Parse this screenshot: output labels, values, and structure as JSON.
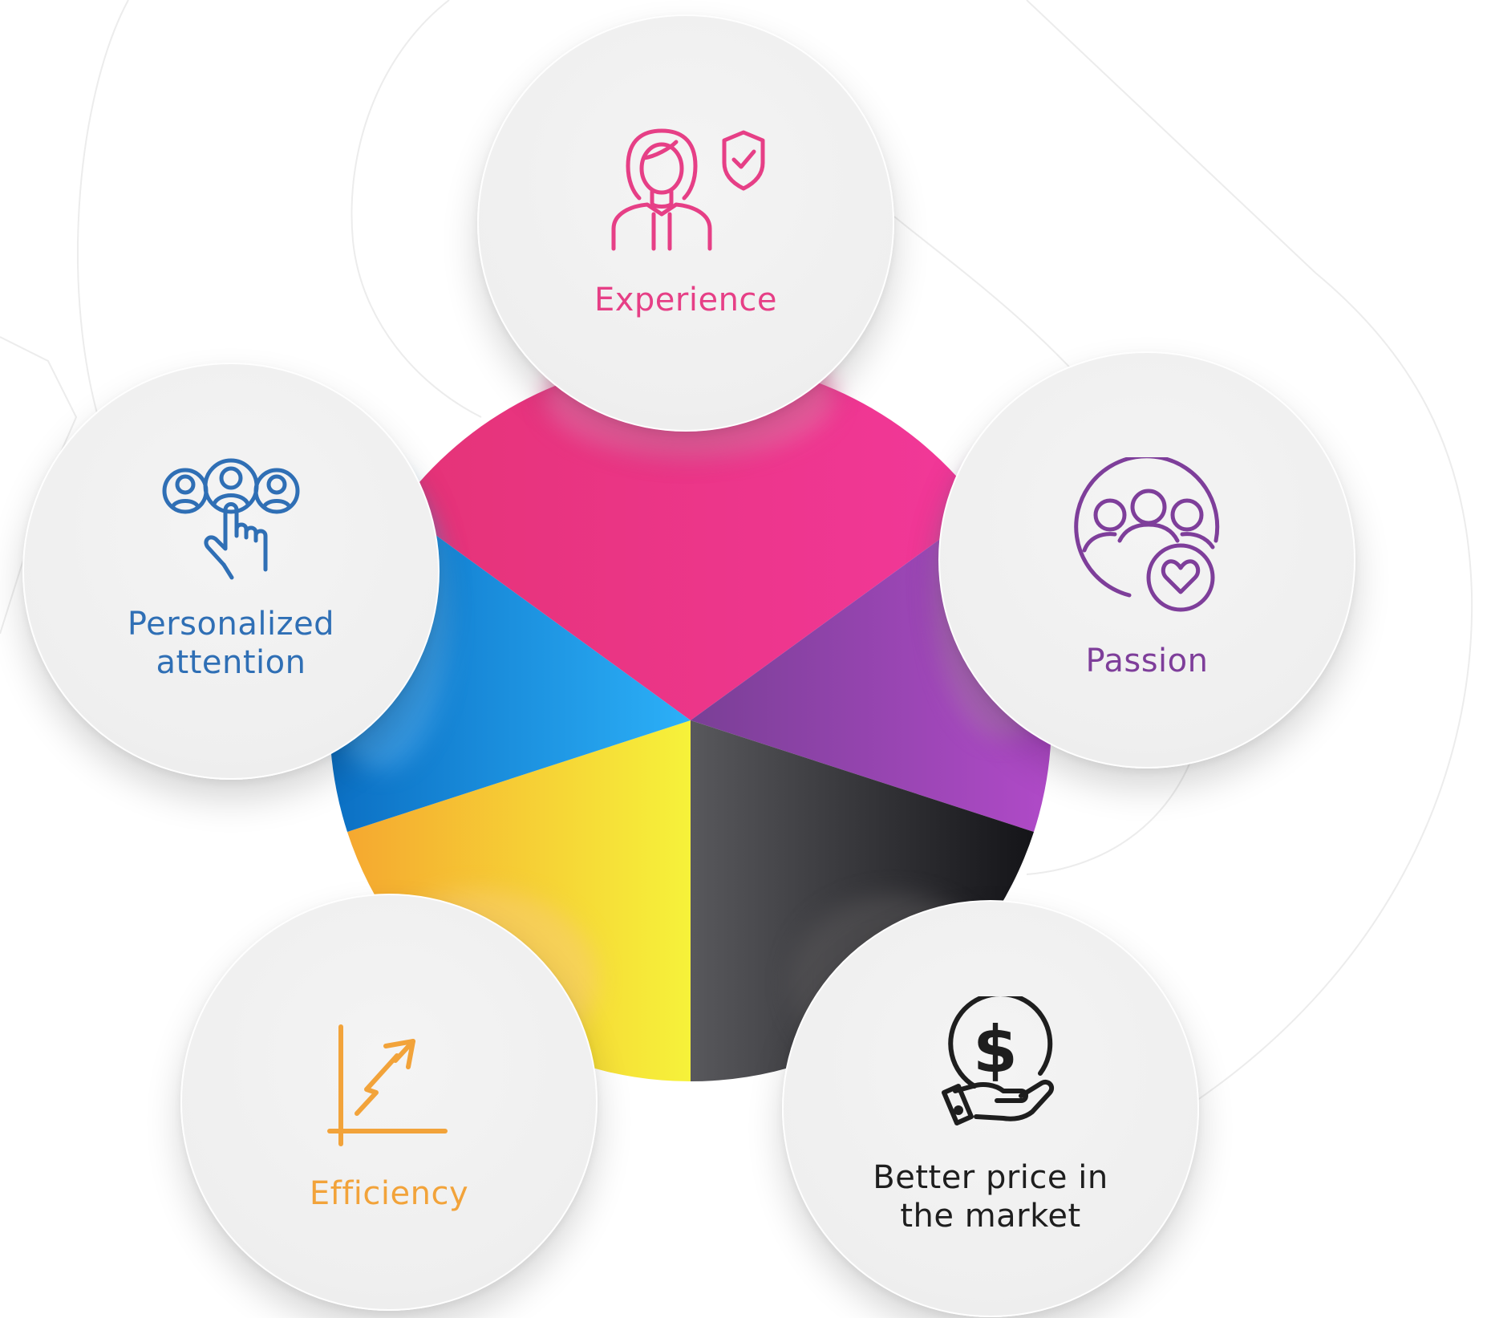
{
  "items": [
    {
      "label": "Experience",
      "color": "#e63f86",
      "icon": "woman-shield-icon"
    },
    {
      "label": "Passion",
      "color": "#7e3e9a",
      "icon": "group-heart-icon"
    },
    {
      "label": "Better price in the market",
      "line1": "Better price in",
      "line2": "the market",
      "color": "#1e1e1e",
      "icon": "hand-dollar-icon"
    },
    {
      "label": "Efficiency",
      "color": "#f2a33a",
      "icon": "growth-chart-icon"
    },
    {
      "label": "Personalized attention",
      "line1": "Personalized",
      "line2": "attention",
      "color": "#2f6fb5",
      "icon": "people-select-icon"
    }
  ],
  "wheel": {
    "segments": [
      {
        "name": "experience",
        "from": "#e53377",
        "to": "#f2389a"
      },
      {
        "name": "passion",
        "from": "#7a3f96",
        "to": "#b04ac8"
      },
      {
        "name": "price",
        "from": "#58585c",
        "to": "#141418"
      },
      {
        "name": "efficiency",
        "from": "#f6e93a",
        "to": "#f5a830"
      },
      {
        "name": "attention",
        "from": "#0b6fc3",
        "to": "#2cb0f8"
      }
    ]
  }
}
